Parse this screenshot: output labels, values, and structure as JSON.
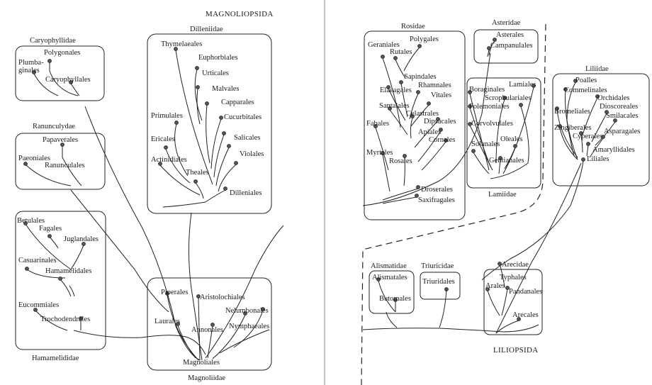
{
  "classes": {
    "magnoliopsida": "MAGNOLIOPSIDA",
    "liliopsida": "LILIOPSIDA"
  },
  "subclasses": {
    "caryophyllidae": "Caryophyllidae",
    "ranunculidae": "Ranunculydae",
    "hamamelididae": "Hamamelididae",
    "dilleniidae": "Dilleniidae",
    "magnoliidae": "Magnoliidae",
    "rosidae": "Rosidae",
    "asteridae": "Asteridae",
    "lamiidae": "Lamiidae",
    "liliidae": "Liliidae",
    "alismatidae": "Alismatidae",
    "triuricidae": "Triuricidae",
    "arecidae": "Arecidae"
  },
  "orders": {
    "polygonales": "Polygonales",
    "plumbaginales": [
      "Plumba-",
      "ginales"
    ],
    "caryophyllales": "Caryophyllales",
    "papaverales": "Papaverales",
    "paeoniales": "Paeoniales",
    "ranunculales": "Ranunculales",
    "betulales": "Betulales",
    "fagales": "Fagales",
    "juglandales": "Juglandales",
    "casuarinales": "Casuarinales",
    "hamamelidales": "Hamamelidales",
    "eucommiales": "Eucommiales",
    "trochodendrales": "Trochodendrales",
    "thymelaeales": "Thymelaeales",
    "euphorbiales": "Euphorbiales",
    "urticales": "Urticales",
    "malvales": "Malvales",
    "capparales": "Capparales",
    "cucurbitales": "Cucurbitales",
    "primulales": "Primulales",
    "salicales": "Salicales",
    "ericales": "Ericales",
    "violales": "Violales",
    "actinidiales": "Actinidiales",
    "theales": "Theales",
    "dilleniales": "Dilleniales",
    "piperales": "Piperales",
    "aristolochiales": "Aristolochiales",
    "nelumbonales": "Nelumbonales",
    "laurales": "Laurales",
    "nymphaeales": "Nymphaeales",
    "annonales": "Annonales",
    "magnoliales": "Magnoliales",
    "geraniales": "Geraniales",
    "polygales": "Polygales",
    "rutales": "Rutales",
    "sapindales": "Sapindales",
    "elaeagales": "Elaeagales",
    "rhamnales": "Rhamnales",
    "vitales": "Vitales",
    "santalales": "Santalales",
    "celastrales": "Celastrales",
    "dipsacales": "Dipsacales",
    "fabales": "Fabales",
    "apiales": "Apiales",
    "cornales": "Cornales",
    "myrtales": "Myrtales",
    "rosales": "Rosales",
    "droserales": "Droserales",
    "saxifragales": "Saxifragales",
    "asterales": "Asterales",
    "campanulales": "Campanulales",
    "boraginales": "Boraginales",
    "lamiales": "Lamiales",
    "scrophulariales": "Scrophulariales",
    "polemoniales": "Polemoniales",
    "convolvulales": "Corvolvulales",
    "solanales": "Solanales",
    "oleales": "Oleales",
    "gentianales": "Gentianales",
    "poales": "Poalles",
    "commelinales": "Commelinales",
    "orchidales": "Orchidales",
    "bromeliales": "Bromeliales",
    "dioscoreales": "Dioscoreales",
    "smilacales": "Smilacales",
    "zingiberales": "Zingiberales",
    "cyperales": "Cyperales",
    "asparagales": "Asparagales",
    "amaryllidales": "Amaryllidales",
    "liliales": "Liliales",
    "alismatales": "Alismatales",
    "butomales": "Butomales",
    "triuridales": "Triuridales",
    "typhales": "Typhales",
    "arales": "Arales",
    "pandanales": "Pandanales",
    "arecales": "Arecales"
  }
}
